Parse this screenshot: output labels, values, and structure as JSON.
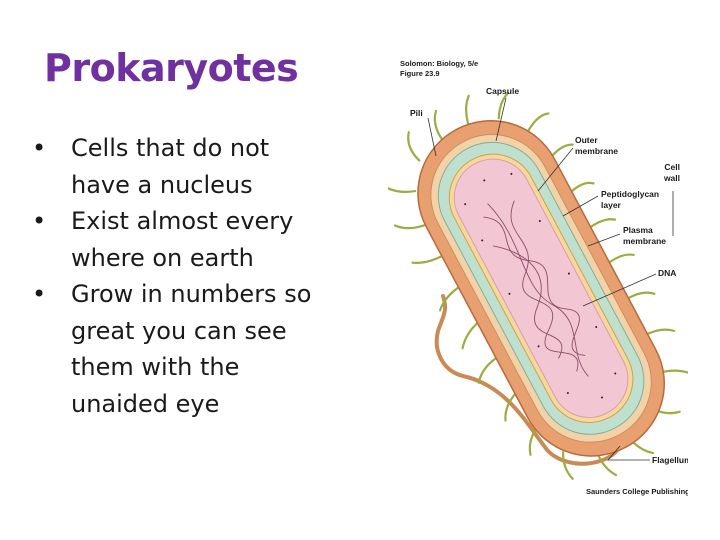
{
  "slide": {
    "title": "Prokaryotes",
    "bullets": [
      {
        "lines": [
          "Cells that do not",
          "have a nucleus"
        ]
      },
      {
        "lines": [
          "Exist almost every",
          "where on earth"
        ]
      },
      {
        "lines": [
          "Grow in numbers so",
          "great you can see",
          "them with the",
          "unaided eye"
        ]
      }
    ],
    "bullet_glyph": "•"
  },
  "figure": {
    "source_line1": "Solomon: Biology, 5/e",
    "source_line2": "Figure 23.9",
    "labels": {
      "capsule": "Capsule",
      "pili": "Pili",
      "outer_membrane_1": "Outer",
      "outer_membrane_2": "membrane",
      "cell_wall_1": "Cell",
      "cell_wall_2": "wall",
      "peptidoglycan_1": "Peptidoglycan",
      "peptidoglycan_2": "layer",
      "plasma_membrane_1": "Plasma",
      "plasma_membrane_2": "membrane",
      "dna": "DNA",
      "flagellum": "Flagellum"
    },
    "publisher": "Saunders College Publishing",
    "colors": {
      "capsule": "#e8a070",
      "outer_membrane": "#f3d2a8",
      "peptidoglycan": "#bfe0cf",
      "plasma_membrane": "#f5d99a",
      "cytoplasm": "#f3c6d4",
      "pili": "#a8b84a"
    }
  }
}
